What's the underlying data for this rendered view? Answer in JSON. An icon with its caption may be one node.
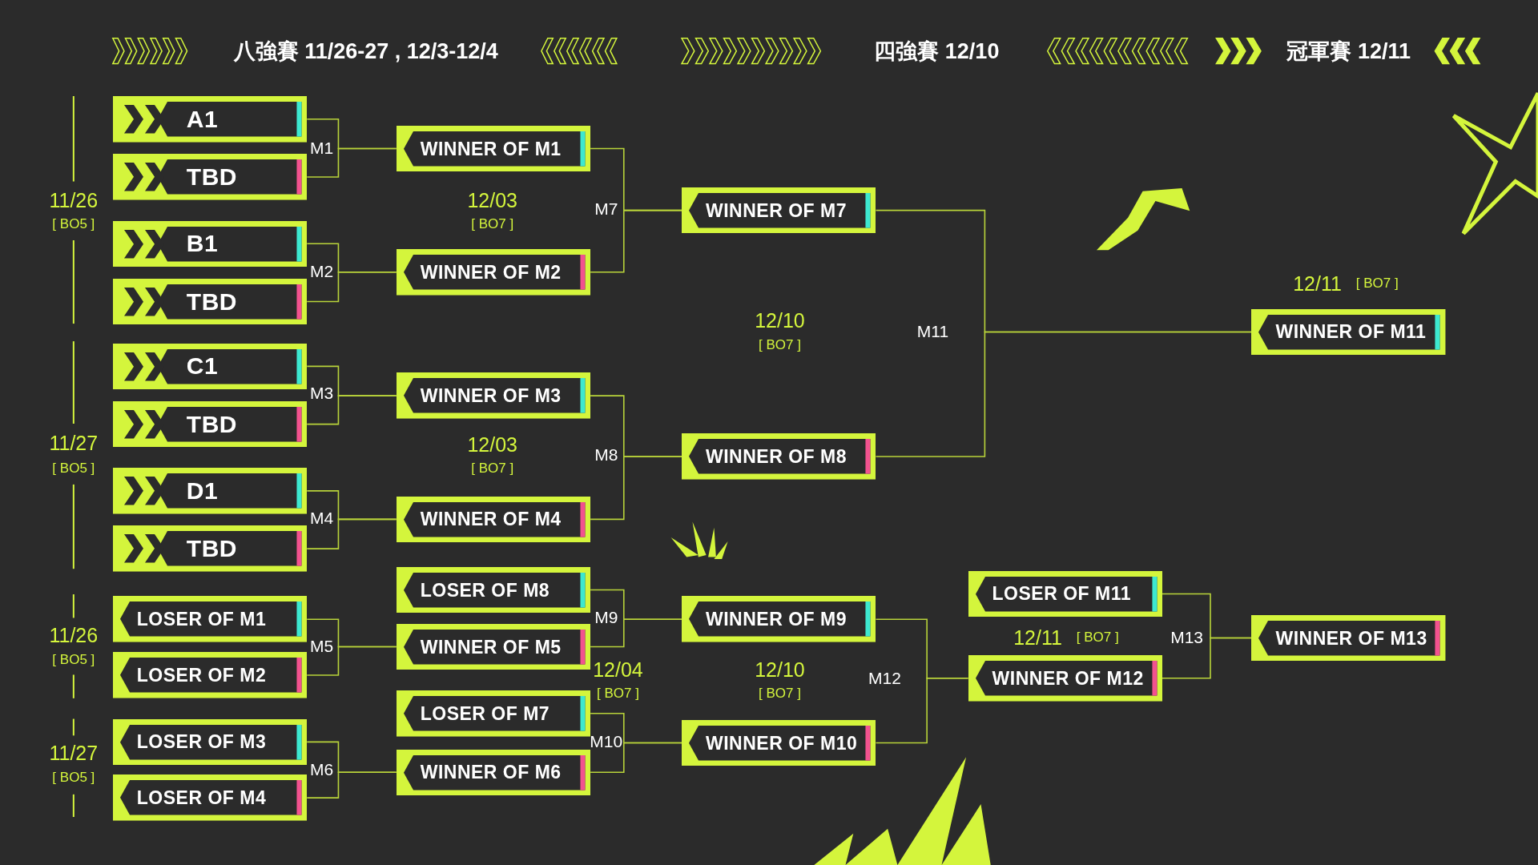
{
  "diagram": {
    "nodes": [
      {
        "text": [
          "A1"
        ]
      },
      {
        "text": [
          "TBD"
        ]
      },
      {
        "text": [
          "B1"
        ]
      },
      {
        "text": [
          "TBD"
        ]
      },
      {
        "text": [
          "C1"
        ]
      },
      {
        "text": [
          "TBD"
        ]
      },
      {
        "text": [
          "D1"
        ]
      },
      {
        "text": [
          "TBD"
        ]
      },
      {
        "text": [
          "LOSER OF M1"
        ]
      },
      {
        "text": [
          "LOSER OF M2"
        ]
      },
      {
        "text": [
          "LOSER OF M3"
        ]
      },
      {
        "text": [
          "LOSER OF M4"
        ]
      },
      {
        "text": [
          "WINNER OF M1"
        ]
      },
      {
        "text": [
          "WINNER OF M2"
        ]
      },
      {
        "text": [
          "WINNER OF M3"
        ]
      },
      {
        "text": [
          "WINNER OF M4"
        ]
      },
      {
        "text": [
          "LOSER OF M8"
        ]
      },
      {
        "text": [
          "WINNER OF M5"
        ]
      },
      {
        "text": [
          "LOSER OF M7"
        ]
      },
      {
        "text": [
          "WINNER OF M6"
        ]
      },
      {
        "text": [
          "WINNER OF M7"
        ]
      },
      {
        "text": [
          "WINNER OF M8"
        ]
      },
      {
        "text": [
          "WINNER OF M9"
        ]
      },
      {
        "text": [
          "WINNER OF M10"
        ]
      },
      {
        "text": [
          "WINNER OF M11"
        ]
      },
      {
        "text": [
          "LOSER OF M11"
        ]
      },
      {
        "text": [
          "WINNER OF M12"
        ]
      },
      {
        "text": [
          "WINNER OF M13"
        ]
      }
    ],
    "edges": [
      {
        "from": 0,
        "to": 12,
        "arrow": "none"
      },
      {
        "from": 1,
        "to": 12,
        "arrow": "none"
      },
      {
        "from": 2,
        "to": 13,
        "arrow": "none"
      },
      {
        "from": 3,
        "to": 13,
        "arrow": "none"
      },
      {
        "from": 4,
        "to": 14,
        "arrow": "none"
      },
      {
        "from": 5,
        "to": 14,
        "arrow": "none"
      },
      {
        "from": 6,
        "to": 15,
        "arrow": "none"
      },
      {
        "from": 7,
        "to": 15,
        "arrow": "none"
      },
      {
        "from": 8,
        "to": 17,
        "arrow": "none"
      },
      {
        "from": 9,
        "to": 17,
        "arrow": "none"
      },
      {
        "from": 10,
        "to": 19,
        "arrow": "none"
      },
      {
        "from": 11,
        "to": 19,
        "arrow": "none"
      },
      {
        "from": 12,
        "to": 20,
        "arrow": "none"
      },
      {
        "from": 13,
        "to": 20,
        "arrow": "none"
      },
      {
        "from": 14,
        "to": 21,
        "arrow": "none"
      },
      {
        "from": 15,
        "to": 21,
        "arrow": "none"
      },
      {
        "from": 16,
        "to": 22,
        "arrow": "none"
      },
      {
        "from": 17,
        "to": 22,
        "arrow": "none"
      },
      {
        "from": 18,
        "to": 23,
        "arrow": "none"
      },
      {
        "from": 19,
        "to": 23,
        "arrow": "none"
      },
      {
        "from": 20,
        "to": 24,
        "arrow": "none"
      },
      {
        "from": 21,
        "to": 24,
        "arrow": "none"
      },
      {
        "from": 22,
        "to": 26,
        "arrow": "none"
      },
      {
        "from": 23,
        "to": 26,
        "arrow": "none"
      },
      {
        "from": 25,
        "to": 27,
        "arrow": "none"
      },
      {
        "from": 26,
        "to": 27,
        "arrow": "none"
      }
    ],
    "labels": [
      "八強賽 11/26-27 , 12/3-12/4",
      "四強賽 12/10",
      "冠軍賽 12/11",
      "11/26",
      "[ BO5 ]",
      "M1",
      "12/03",
      "[ BO7 ]",
      "M7",
      "M2",
      "12/11",
      "[ BO7 ]",
      "12/10",
      "[ BO7 ]",
      "M11",
      "M3",
      "11/27",
      "[ BO5 ]",
      "12/03",
      "[ BO7 ]",
      "M8",
      "M4",
      "M9",
      "11/26",
      "[ BO5 ]",
      "12/11",
      "[ BO7 ]",
      "M13",
      "M5",
      "12/04",
      "[ BO7 ]",
      "12/10",
      "[ BO7 ]",
      "M12",
      "M10",
      "11/27",
      "[ BO5 ]",
      "M6"
    ]
  }
}
